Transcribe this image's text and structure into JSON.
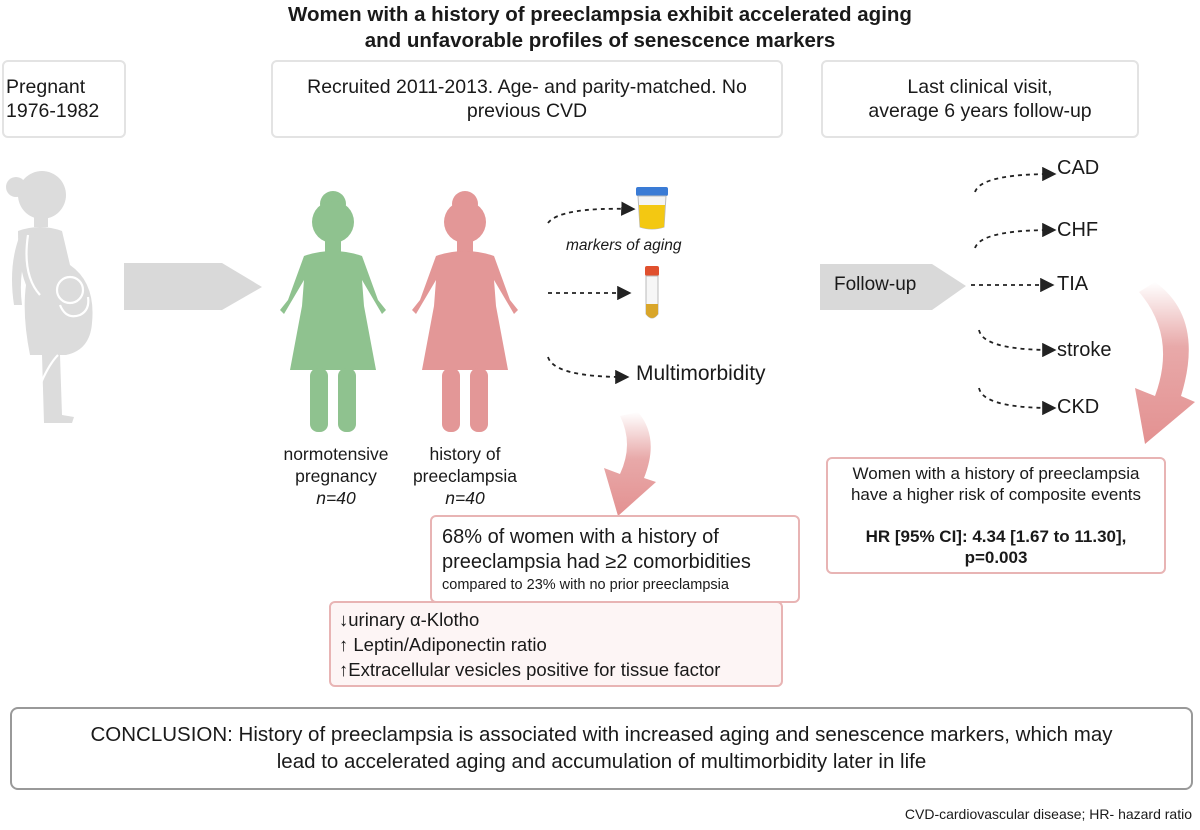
{
  "title": {
    "line1": "Women with a history of preeclampsia exhibit accelerated aging",
    "line2": "and unfavorable profiles of senescence markers"
  },
  "top_boxes": {
    "pregnant": {
      "line1": "Pregnant",
      "line2": "1976-1982"
    },
    "recruited": {
      "line1": "Recruited 2011-2013. Age- and parity-matched. No",
      "line2": "previous CVD"
    },
    "last_visit": {
      "line1": "Last clinical visit,",
      "line2": "average 6 years follow-up"
    }
  },
  "groups": {
    "normotensive": {
      "line1": "normotensive",
      "line2": "pregnancy",
      "n": "n=40",
      "color": "#8fc28f"
    },
    "preeclampsia": {
      "line1": "history of",
      "line2": "preeclampsia",
      "n": "n=40",
      "color": "#e39797"
    }
  },
  "markers_label": "markers of aging",
  "multimorbidity_label": "Multimorbidity",
  "follow_up_label": "Follow-up",
  "outcomes": [
    "CAD",
    "CHF",
    "TIA",
    "stroke",
    "CKD"
  ],
  "comorbidity_box": {
    "line1": "68% of women with a history of",
    "line2": "preeclampsia had ≥2 comorbidities",
    "line3": "compared to 23% with no prior preeclampsia"
  },
  "markers_box": {
    "line1": "↓urinary α-Klotho",
    "line2": "↑ Leptin/Adiponectin ratio",
    "line3": "↑Extracellular vesicles positive for tissue factor"
  },
  "risk_box": {
    "line1": "Women with a history of preeclampsia",
    "line2": "have a higher risk of composite events",
    "line3": "HR [95% CI]: 4.34 [1.67 to 11.30],",
    "line4": "p=0.003"
  },
  "conclusion": {
    "line1": "CONCLUSION: History of preeclampsia is associated with increased aging and senescence markers, which may",
    "line2": "lead to accelerated aging and accumulation of multimorbidity later in life"
  },
  "footnote": "CVD-cardiovascular disease; HR- hazard ratio",
  "colors": {
    "green": "#8fc28f",
    "pink": "#e39797",
    "gray_figure": "#dcdcdc",
    "arrow_gray": "#d9d9d9",
    "border_pink": "#e8b4b4"
  }
}
